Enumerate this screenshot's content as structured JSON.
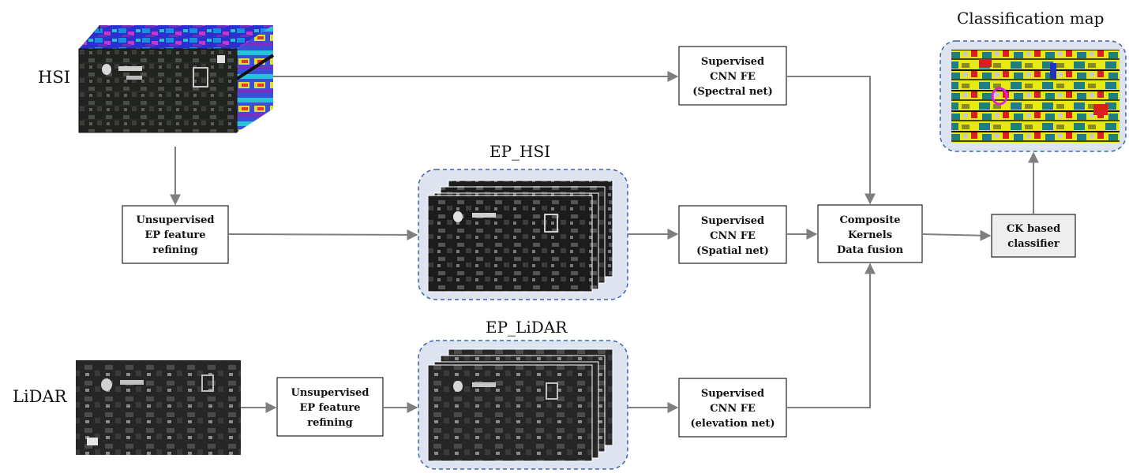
{
  "labels": {
    "hsi": "HSI",
    "lidar": "LiDAR",
    "ep_hsi": "EP_HSI",
    "ep_lidar": "EP_LiDAR",
    "classification_map": "Classification map"
  },
  "boxes": {
    "spectral": [
      "Supervised",
      "CNN FE",
      "(Spectral net)"
    ],
    "spatial": [
      "Supervised",
      "CNN FE",
      "(Spatial net)"
    ],
    "elevation": [
      "Supervised",
      "CNN FE",
      "(elevation net)"
    ],
    "unsup_hsi": [
      "Unsupervised",
      "EP feature",
      "refining"
    ],
    "unsup_lidar": [
      "Unsupervised",
      "EP feature",
      "refining"
    ],
    "fusion": [
      "Composite",
      "Kernels",
      "Data fusion"
    ],
    "classifier": [
      "CK based",
      "classifier"
    ]
  },
  "colors": {
    "arrow": "#7f7f7f",
    "stack_fill": "#dde3ef",
    "stack_border": "#3a64b0",
    "classifier_fill": "#eeeeee"
  }
}
